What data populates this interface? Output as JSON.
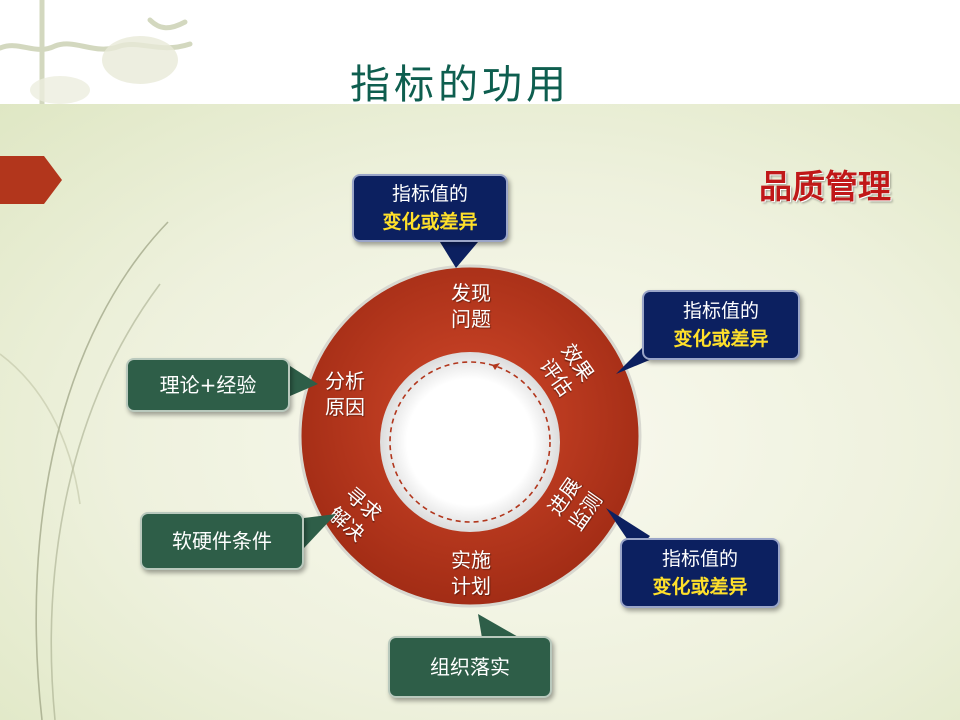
{
  "slide": {
    "title": "指标的功用",
    "panel_heading": "品质管理"
  },
  "cycle": {
    "stages": [
      {
        "line1": "发现",
        "line2": "问题"
      },
      {
        "line1": "效果",
        "line2": "评估"
      },
      {
        "line1": "进展",
        "line2": "监测"
      },
      {
        "line1": "实施",
        "line2": "计划"
      },
      {
        "line1": "寻求",
        "line2": "解决"
      },
      {
        "line1": "分析",
        "line2": "原因"
      }
    ]
  },
  "callouts": {
    "indicator_top": {
      "line1": "指标值的",
      "line2": "变化或差异"
    },
    "indicator_right": {
      "line1": "指标值的",
      "line2": "变化或差异"
    },
    "indicator_bottom": {
      "line1": "指标值的",
      "line2": "变化或差异"
    },
    "theory": "理论+经验",
    "resources": "软硬件条件",
    "implementation": "组织落实"
  },
  "colors": {
    "title": "#0e5e4f",
    "ring": "#b2361c",
    "navy_callout": "#0c2060",
    "green_callout": "#2e5e48",
    "highlight_text": "#ffe02a",
    "heading": "#c01818"
  }
}
